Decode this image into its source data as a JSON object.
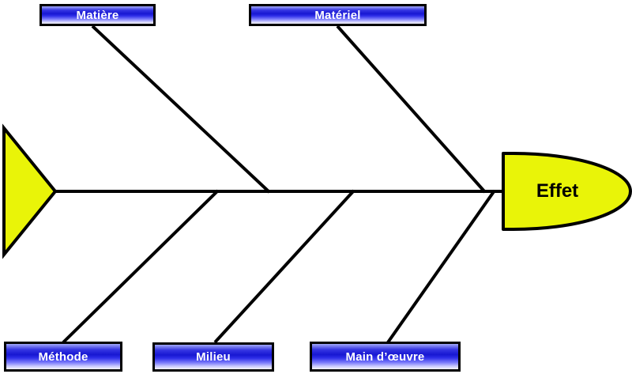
{
  "diagram": {
    "type": "fishbone-ishikawa",
    "effect": {
      "label": "Effet"
    },
    "top_causes": [
      {
        "label": "Matière"
      },
      {
        "label": "Matériel"
      }
    ],
    "bottom_causes": [
      {
        "label": "Méthode"
      },
      {
        "label": "Milieu"
      },
      {
        "label": "Main d’œuvre"
      }
    ],
    "colors": {
      "background": "#ffffff",
      "line": "#000000",
      "box_border": "#000000",
      "box_text": "#ffffff",
      "box_blue_dark": "#1717d2",
      "box_blue_light": "#a2a8f7",
      "head_tail_fill": "#e9f408",
      "effect_text": "#000000"
    }
  }
}
